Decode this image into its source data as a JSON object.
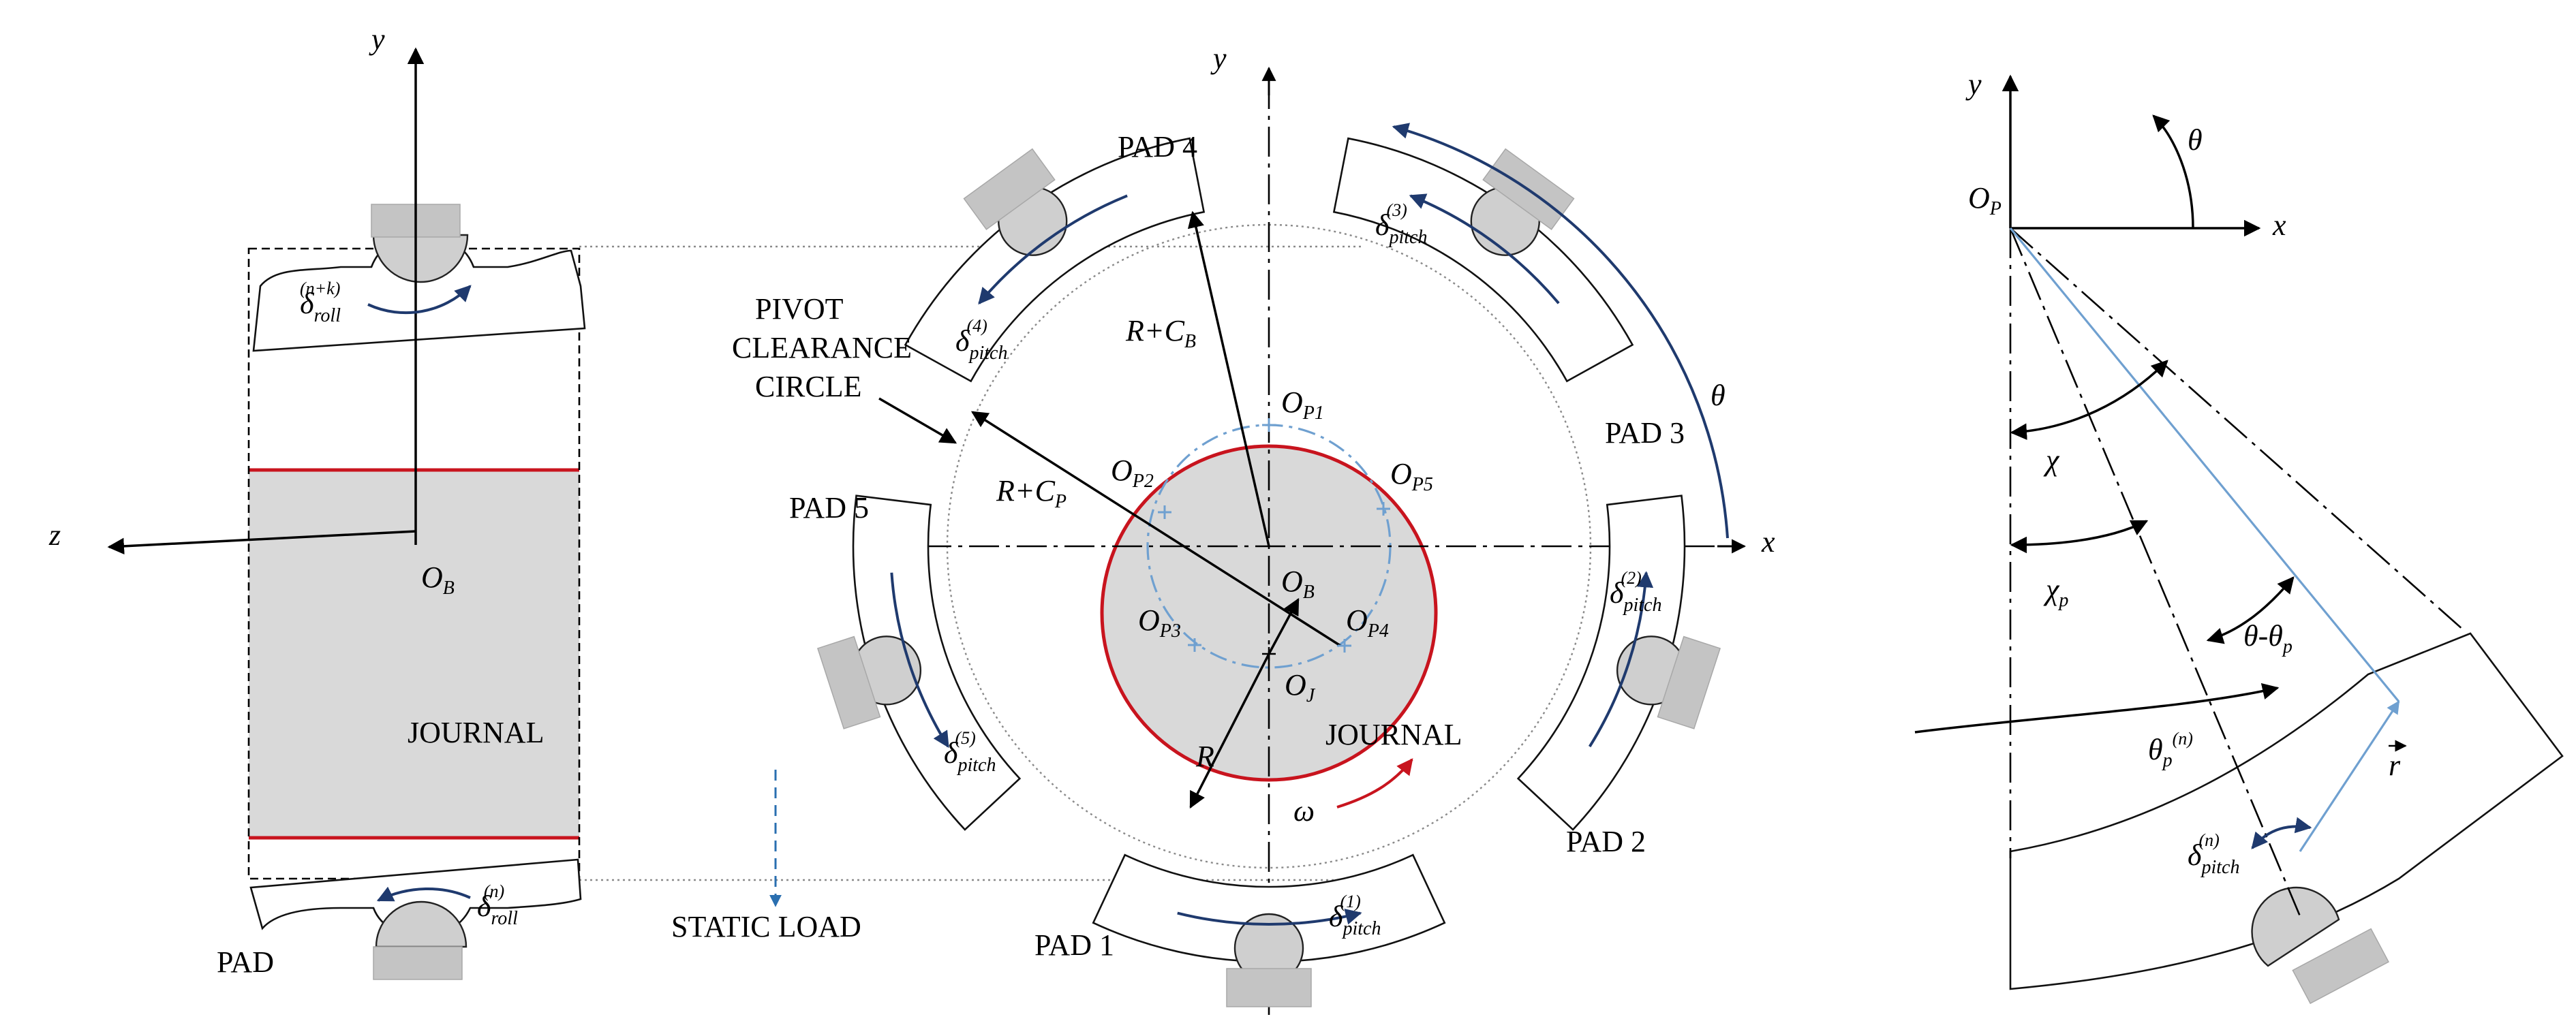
{
  "left_view": {
    "axis_y": "y",
    "axis_z": "z",
    "origin_base": "O",
    "origin_sub": "B",
    "journal": "JOURNAL",
    "pad": "PAD",
    "delta_top_sub": "roll",
    "delta_top_sup": "(n+k)",
    "delta_bottom_sub": "roll",
    "delta_bottom_sup": "(n)"
  },
  "static_load": "STATIC LOAD",
  "center_view": {
    "axis_x": "x",
    "axis_y": "y",
    "theta": "θ",
    "omega": "ω",
    "R": "R",
    "R_CB_base": "R+C",
    "R_CB_sub": "B",
    "R_CP_base": "R+C",
    "R_CP_sub": "P",
    "pivot_circle_line1": "PIVOT",
    "pivot_circle_line2": "CLEARANCE",
    "pivot_circle_line3": "CIRCLE",
    "journal": "JOURNAL",
    "origin_B_sub": "B",
    "origin_J_sub": "J",
    "pads": [
      "PAD 1",
      "PAD 2",
      "PAD 3",
      "PAD 4",
      "PAD 5"
    ],
    "pivot_points": [
      "P1",
      "P2",
      "P3",
      "P4",
      "P5"
    ],
    "delta_base": "δ",
    "delta_sub": "pitch",
    "delta_sups": [
      "(1)",
      "(2)",
      "(3)",
      "(4)",
      "(5)"
    ]
  },
  "right_view": {
    "axis_x": "x",
    "axis_y": "y",
    "origin_base": "O",
    "origin_sub": "P",
    "theta": "θ",
    "chi": "χ",
    "chi_p_base": "χ",
    "chi_p_sub": "p",
    "theta_minus_base": "θ-θ",
    "theta_minus_sub": "p",
    "theta_pn_base": "θ",
    "theta_pn_sub": "p",
    "theta_pn_sup": "(n)",
    "r_vec": "r",
    "delta_sub": "pitch",
    "delta_sup": "(n)"
  },
  "colors": {
    "journal_border": "#c8141e",
    "arrow_navy": "#1f3a6e",
    "pivot_circle_blue": "#6fa0d0",
    "journal_fill": "#d9d9d9"
  }
}
